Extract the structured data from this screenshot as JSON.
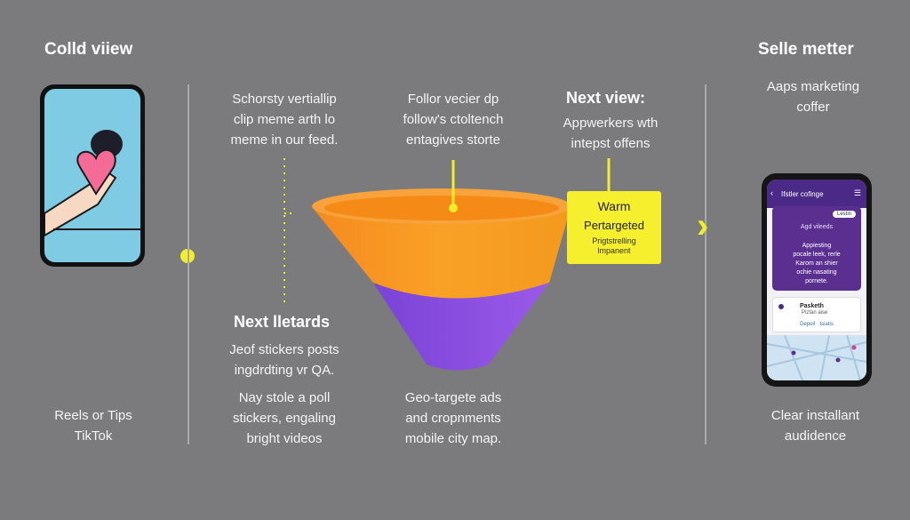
{
  "left": {
    "title": "Colld viiew",
    "caption_lines": [
      "Reels or Tips",
      "TikTok"
    ]
  },
  "col2": {
    "top_lines": [
      "Schorsty vertiallip",
      "clip meme arth lo",
      "meme in our feed."
    ],
    "heading": "Next lletards",
    "mid_lines": [
      "Jeof stickers posts",
      "ingdrdting vr QA."
    ],
    "bottom_lines": [
      "Nay stole a poll",
      "stickers, engaling",
      "bright videos"
    ]
  },
  "col3": {
    "top_lines": [
      "Follor vecier dp",
      "follow's ctoltench",
      "entagives storte"
    ],
    "bottom_lines": [
      "Geo-targete ads",
      "and cropnments",
      "mobile city map."
    ]
  },
  "col4": {
    "heading": "Next view:",
    "lines": [
      "Appwerkers wth",
      "intepst offens"
    ]
  },
  "warm_box": {
    "line1": "Warm",
    "line2": "Pertargeted",
    "line3": [
      "Prigtstrelling",
      "lmpanent"
    ]
  },
  "right": {
    "title": "Selle metter",
    "sub_lines": [
      "Aaps marketing",
      "coffer"
    ],
    "caption_lines": [
      "Clear installant",
      "audidence"
    ]
  },
  "phone_app": {
    "header": "Ifstler cofinge",
    "pill": "Lestin",
    "card_title": "Agd vileeds",
    "card_lines": [
      "Appiesting",
      "pocale leek, rerle",
      "Karom an shier",
      "ochie nasating",
      "pornete."
    ],
    "info_title": "Pasketh",
    "info_sub": "Pizfan aise",
    "info_actions": "Depoil · tsiatis"
  },
  "colors": {
    "background": "#7b7b7d",
    "accent_yellow": "#f2ee2a",
    "funnel_orange": "#f79a1e",
    "funnel_purple": "#8b4fe0"
  }
}
